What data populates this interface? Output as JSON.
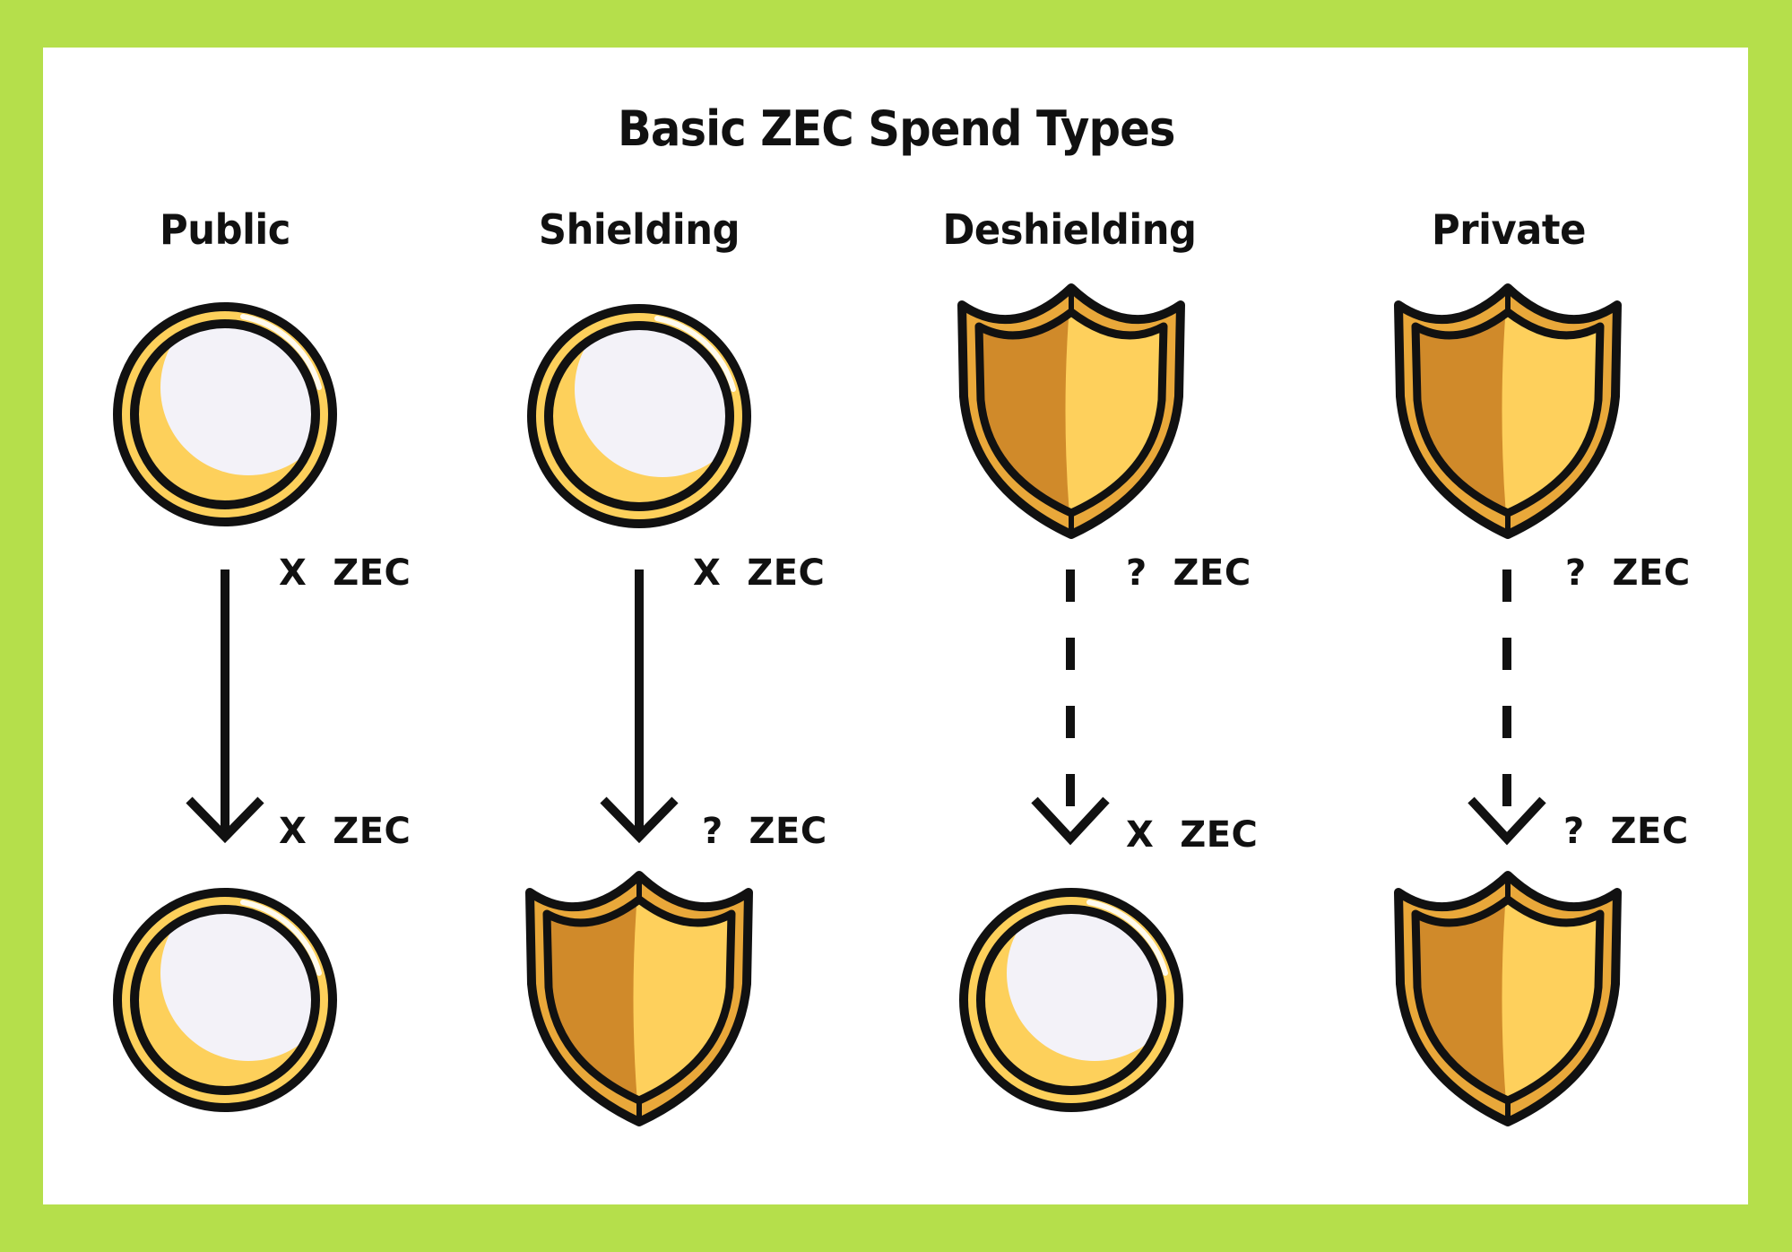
{
  "title": "Basic ZEC Spend Types",
  "colors": {
    "background_border": "#b5df4b",
    "panel": "#ffffff",
    "text": "#111111",
    "outline": "#111111",
    "coin_gold": "#fdd05b",
    "coin_face": "#f3f2f8",
    "shield_dark": "#d08a2a",
    "shield_light": "#fed05c",
    "shield_rim": "#e9a83a"
  },
  "columns": [
    {
      "label": "Public",
      "from": {
        "type": "coin",
        "icon": "coin-icon"
      },
      "to": {
        "type": "coin",
        "icon": "coin-icon"
      },
      "arrow": "solid",
      "input_amount": "X  ZEC",
      "output_amount": "X  ZEC"
    },
    {
      "label": "Shielding",
      "from": {
        "type": "coin",
        "icon": "coin-icon"
      },
      "to": {
        "type": "shield",
        "icon": "shield-icon"
      },
      "arrow": "solid",
      "input_amount": "X  ZEC",
      "output_amount": "?  ZEC"
    },
    {
      "label": "Deshielding",
      "from": {
        "type": "shield",
        "icon": "shield-icon"
      },
      "to": {
        "type": "coin",
        "icon": "coin-icon"
      },
      "arrow": "dashed",
      "input_amount": "?  ZEC",
      "output_amount": "X  ZEC"
    },
    {
      "label": "Private",
      "from": {
        "type": "shield",
        "icon": "shield-icon"
      },
      "to": {
        "type": "shield",
        "icon": "shield-icon"
      },
      "arrow": "dashed",
      "input_amount": "?  ZEC",
      "output_amount": "?  ZEC"
    }
  ]
}
